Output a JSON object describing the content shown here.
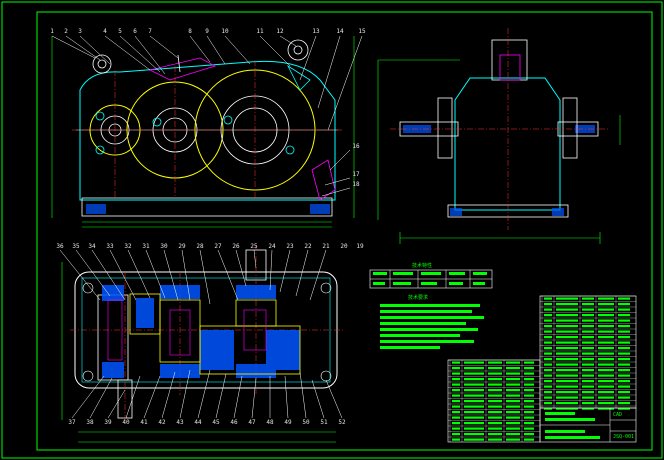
{
  "drawing": {
    "colors": {
      "background": "#000000",
      "frame": "#00ff00",
      "outline": "#ffffff",
      "gear_fill": "#ffff00",
      "housing": "#00ffff",
      "dimension": "#00ff00",
      "center_line": "#ff3333",
      "hatch": "#0055ff",
      "magenta": "#ff00ff",
      "text_block": "#00ff00"
    },
    "top_view_labels": [
      "1",
      "2",
      "3",
      "4",
      "5",
      "6",
      "7",
      "8",
      "9",
      "10",
      "11",
      "12",
      "13",
      "14",
      "15",
      "16",
      "17",
      "18"
    ],
    "plan_view_labels_top": [
      "36",
      "35",
      "34",
      "33",
      "32",
      "31",
      "30",
      "29",
      "28",
      "27",
      "26",
      "25",
      "24",
      "23",
      "22",
      "21",
      "20",
      "19"
    ],
    "plan_view_labels_bottom": [
      "37",
      "38",
      "39",
      "40",
      "41",
      "42",
      "43",
      "44",
      "45",
      "46",
      "47",
      "48",
      "49",
      "50",
      "51",
      "52"
    ],
    "spec_table_title": "技术特性",
    "tech_req_title": "技术要求",
    "title_block": {
      "company": "CAD",
      "drawing_no": "JSQ-001"
    }
  }
}
